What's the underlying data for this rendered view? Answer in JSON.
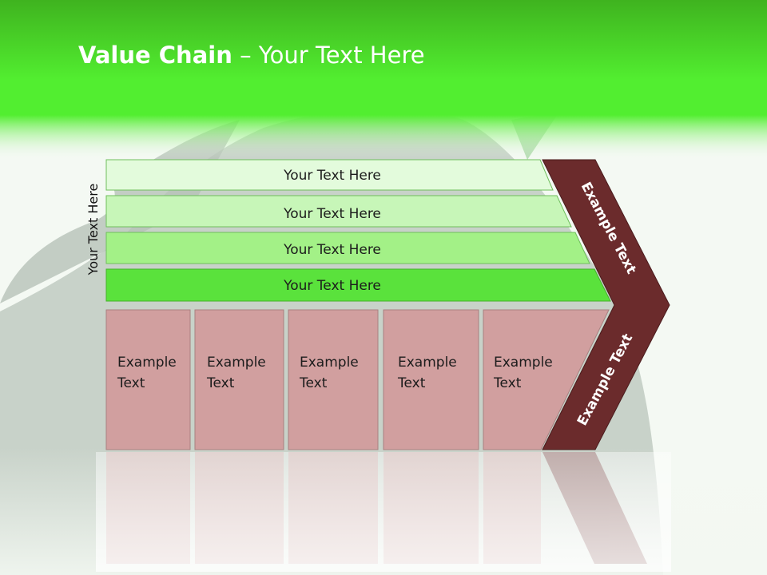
{
  "slide": {
    "title_bold": "Value Chain",
    "title_rest": " – Your Text Here"
  },
  "side_label": "Your Text Here",
  "bars": [
    {
      "label": "Your Text Here",
      "color": "#e3fbdc"
    },
    {
      "label": "Your Text Here",
      "color": "#c7f6b8"
    },
    {
      "label": "Your Text Here",
      "color": "#a3f187"
    },
    {
      "label": "Your Text Here",
      "color": "#5ae23c"
    }
  ],
  "boxes": [
    {
      "line1": "Example",
      "line2": "Text"
    },
    {
      "line1": "Example",
      "line2": "Text"
    },
    {
      "line1": "Example",
      "line2": "Text"
    },
    {
      "line1": "Example",
      "line2": "Text"
    },
    {
      "line1": "Example",
      "line2": "Text"
    }
  ],
  "chevron": {
    "top_label": "Example Text",
    "bottom_label": "Example Text",
    "color": "#6b2b2c"
  },
  "colors": {
    "header_green": "#4fd92a",
    "box_fill": "#d19f9f"
  }
}
